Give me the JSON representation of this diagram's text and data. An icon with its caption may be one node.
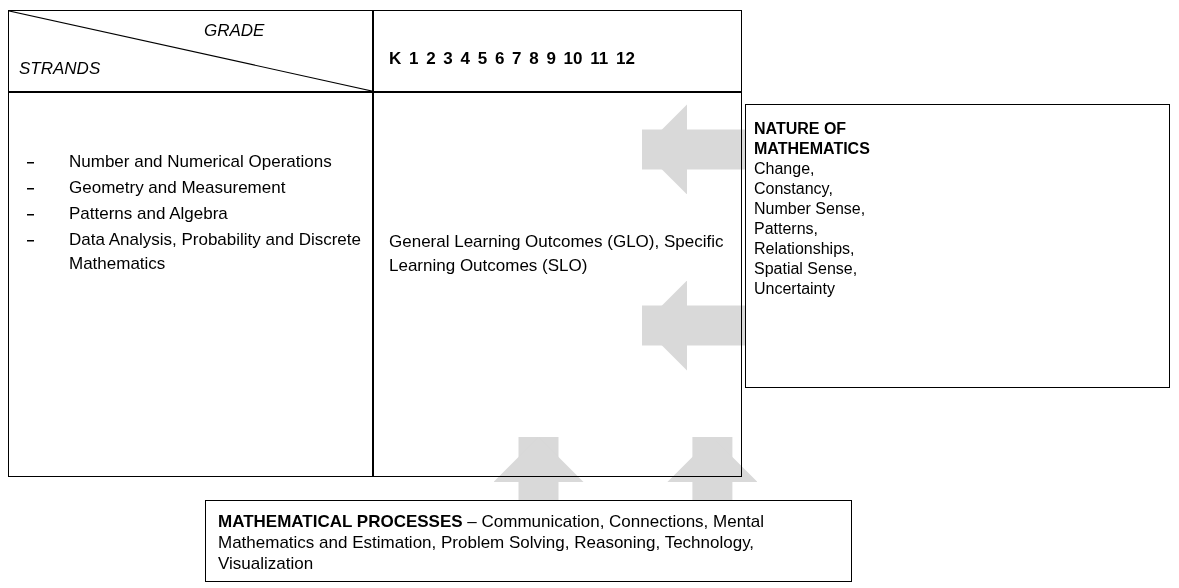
{
  "diagram": {
    "nodes": [
      {
        "text": [
          "General Learning Outcomes (GLO), Specific Learning Outcomes (SLO)"
        ]
      },
      {
        "text": [
          "NATURE OF MATHEMATICS",
          "Change, Constancy, Number Sense, Patterns, Relationships, Spatial Sense, Uncertainty"
        ]
      },
      {
        "text": [
          "**MATHEMATICAL PROCESSES** – Communication, Connections, Mental Mathematics and Estimation, Problem Solving, Reasoning, Technology, Visualization"
        ]
      }
    ],
    "edges": [
      {
        "from": 1,
        "to": 0,
        "arrow": "to"
      },
      {
        "from": 1,
        "to": 0,
        "arrow": "to"
      },
      {
        "from": 2,
        "to": 0,
        "arrow": "to"
      },
      {
        "from": 2,
        "to": 0,
        "arrow": "to"
      }
    ],
    "labels": [
      "GRADE",
      "STRANDS",
      "K 1 2 3 4 5 6 7 8 9 10 11 12",
      "Number and Numerical Operations",
      "Geometry and Measurement",
      "Patterns and Algebra",
      "Data Analysis, Probability and Discrete Mathematics"
    ]
  }
}
